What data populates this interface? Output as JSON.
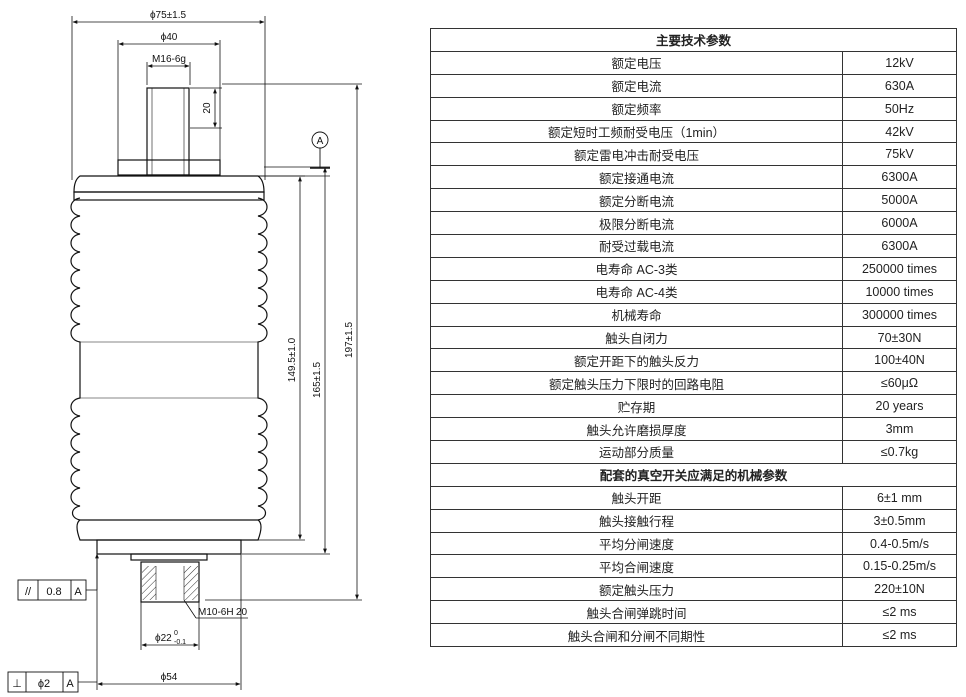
{
  "drawing": {
    "dim_outer_diameter": "ϕ75±1.5",
    "dim_stud_diameter": "ϕ40",
    "dim_thread_top": "M16-6g",
    "dim_thread_depth": "20",
    "datum_label": "A",
    "dim_height_149": "149.5±1.0",
    "dim_height_165": "165±1.5",
    "dim_height_197": "197±1.5",
    "dim_thread_bottom": "M10-6H",
    "dim_thread_bottom_depth": "20",
    "dim_bottom_bore": "ϕ22",
    "dim_bottom_bore_tol_upper": "0",
    "dim_bottom_bore_tol_lower": "-0.1",
    "dim_bottom_diameter": "ϕ54",
    "gdt_parallel": {
      "symbol": "//",
      "value": "0.8",
      "datum": "A"
    },
    "gdt_perpendicular": {
      "symbol": "⊥",
      "value": "ϕ2",
      "datum": "A"
    }
  },
  "table": {
    "section1_title": "主要技术参数",
    "rows1": [
      {
        "label": "额定电压",
        "value": "12kV"
      },
      {
        "label": "额定电流",
        "value": "630A"
      },
      {
        "label": "额定频率",
        "value": "50Hz"
      },
      {
        "label": "额定短时工频耐受电压（1min）",
        "value": "42kV"
      },
      {
        "label": "额定雷电冲击耐受电压",
        "value": "75kV"
      },
      {
        "label": "额定接通电流",
        "value": "6300A"
      },
      {
        "label": "额定分断电流",
        "value": "5000A"
      },
      {
        "label": "极限分断电流",
        "value": "6000A"
      },
      {
        "label": "耐受过载电流",
        "value": "6300A"
      },
      {
        "label": "电寿命 AC-3类",
        "value": "250000 times"
      },
      {
        "label": "电寿命 AC-4类",
        "value": "10000 times"
      },
      {
        "label": "机械寿命",
        "value": "300000 times"
      },
      {
        "label": "触头自闭力",
        "value": "70±30N"
      },
      {
        "label": "额定开距下的触头反力",
        "value": "100±40N"
      },
      {
        "label": "额定触头压力下限时的回路电阻",
        "value": "≤60μΩ"
      },
      {
        "label": "贮存期",
        "value": "20 years"
      },
      {
        "label": "触头允许磨损厚度",
        "value": "3mm"
      },
      {
        "label": "运动部分质量",
        "value": "≤0.7kg"
      }
    ],
    "section2_title": "配套的真空开关应满足的机械参数",
    "rows2": [
      {
        "label": "触头开距",
        "value": "6±1 mm"
      },
      {
        "label": "触头接触行程",
        "value": "3±0.5mm"
      },
      {
        "label": "平均分闸速度",
        "value": "0.4-0.5m/s"
      },
      {
        "label": "平均合闸速度",
        "value": "0.15-0.25m/s"
      },
      {
        "label": "额定触头压力",
        "value": "220±10N"
      },
      {
        "label": "触头合闸弹跳时间",
        "value": "≤2 ms"
      },
      {
        "label": "触头合闸和分闸不同期性",
        "value": "≤2 ms"
      }
    ]
  }
}
